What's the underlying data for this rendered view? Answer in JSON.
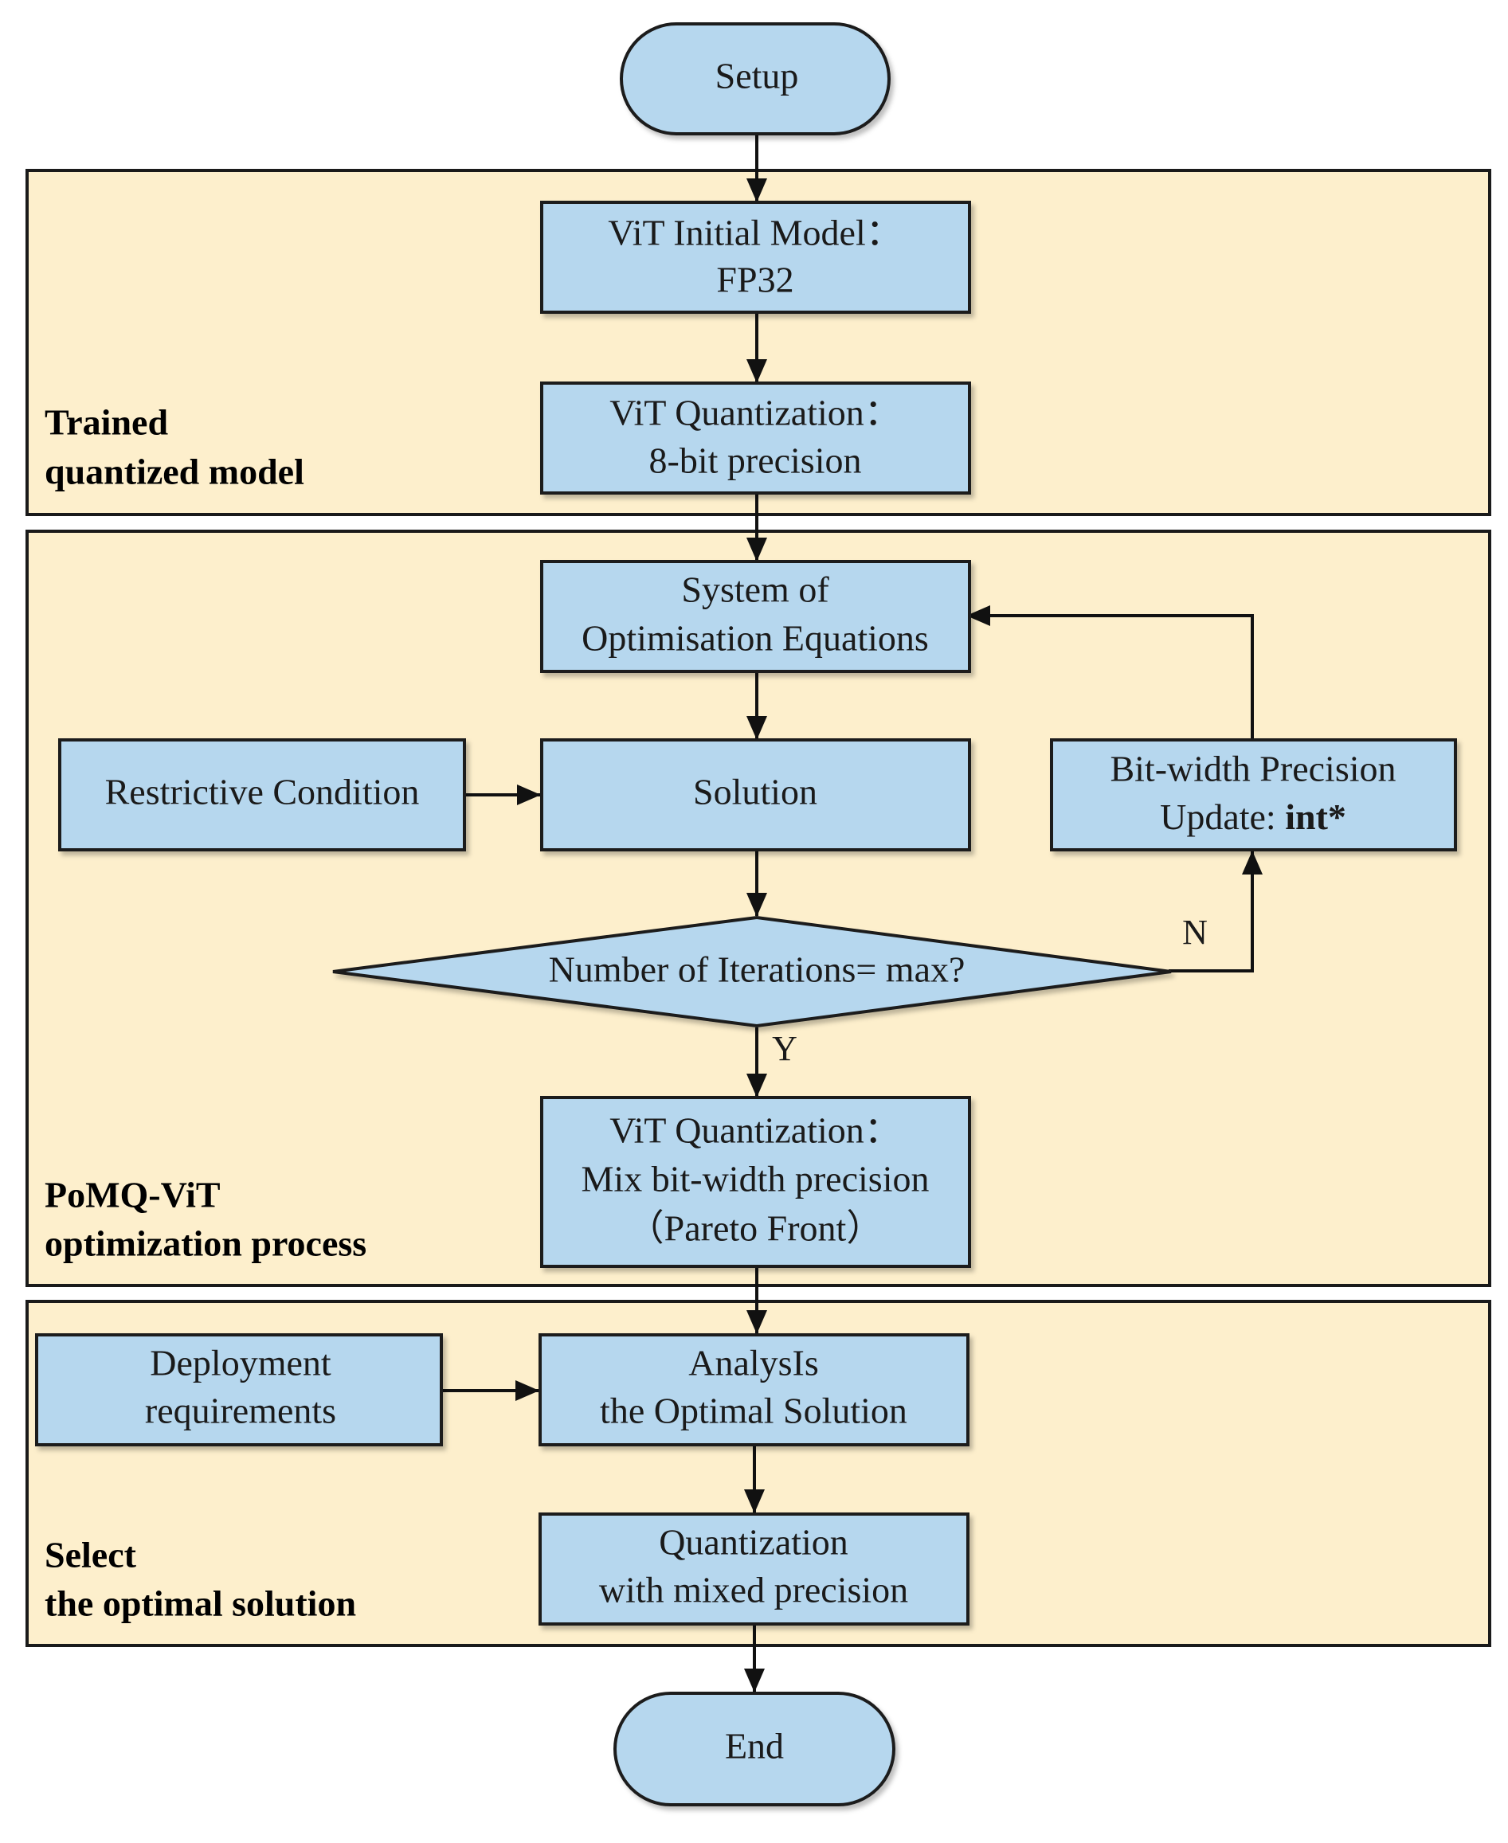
{
  "colors": {
    "node_fill": "#b6d7ee",
    "panel_fill": "#fdefcc",
    "stroke": "#1a1a1a"
  },
  "nodes": {
    "setup": "Setup",
    "vit_initial_line1": "ViT Initial Model：",
    "vit_initial_line2": "FP32",
    "vit_quant_line1": "ViT Quantization：",
    "vit_quant_line2": "8-bit precision",
    "system_line1": "System of",
    "system_line2": "Optimisation Equations",
    "restrictive": "Restrictive Condition",
    "solution": "Solution",
    "bitwidth_line1": "Bit-width Precision",
    "bitwidth_line2_prefix": "Update: ",
    "bitwidth_line2_bold": "int*",
    "decision": "Number of Iterations= max?",
    "label_n": "N",
    "label_y": "Y",
    "mix_line1": "ViT Quantization：",
    "mix_line2": "Mix bit-width precision",
    "mix_line3": "（Pareto Front）",
    "deploy_line1": "Deployment",
    "deploy_line2": "requirements",
    "analysis_line1": "AnalysIs",
    "analysis_line2": "the Optimal Solution",
    "quant_line1": "Quantization",
    "quant_line2": "with mixed precision",
    "end": "End"
  },
  "sections": {
    "trained_line1": "Trained",
    "trained_line2": "quantized model",
    "pomq_line1": "PoMQ-ViT",
    "pomq_line2": "optimization process",
    "select_line1": "Select",
    "select_line2": "the optimal solution"
  }
}
